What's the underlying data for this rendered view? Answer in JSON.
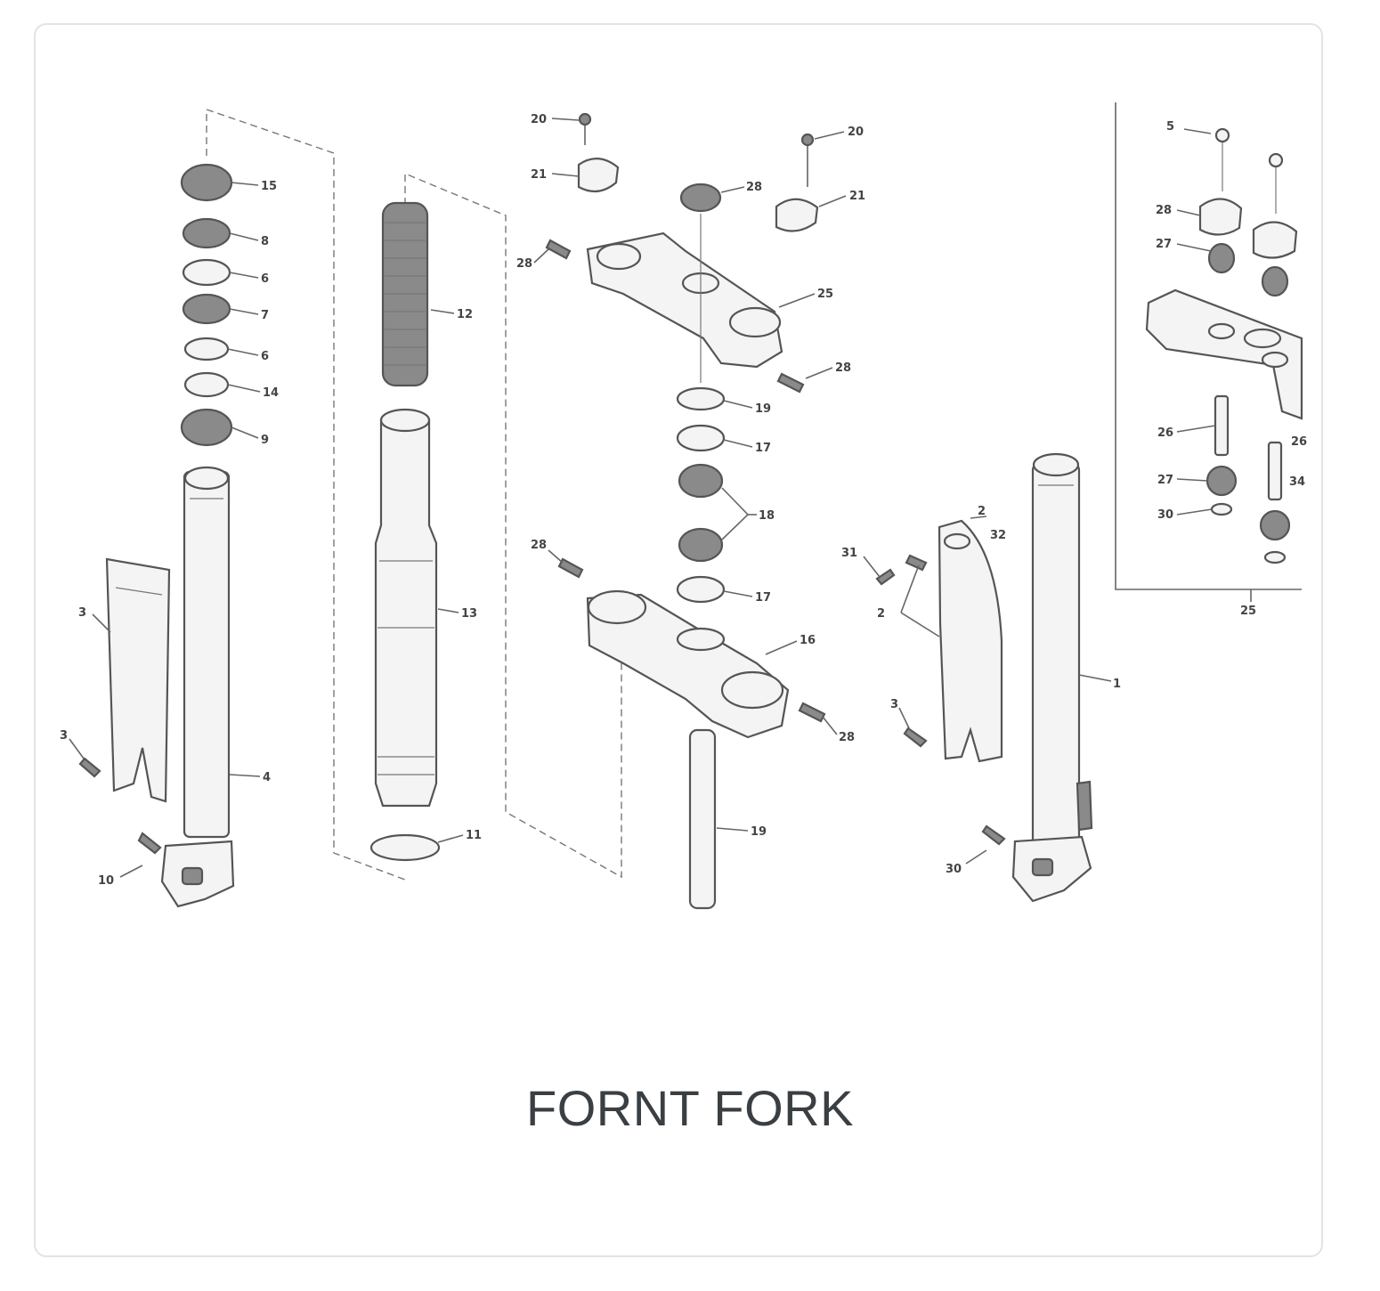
{
  "caption": "FORNT FORK",
  "callouts": {
    "c1": "15",
    "c2": "8",
    "c3": "6",
    "c4": "7",
    "c5": "6",
    "c6": "14",
    "c7": "9",
    "c8": "12",
    "c9": "13",
    "c10": "11",
    "c11": "4",
    "c12": "3",
    "c13": "10",
    "c14": "20",
    "c15": "21",
    "c16": "20",
    "c17": "28",
    "c18": "21",
    "c19": "25",
    "c20": "28",
    "c21": "28",
    "c22": "19",
    "c23": "17",
    "c24": "18",
    "c25": "17",
    "c26": "28",
    "c27": "16",
    "c28": "28",
    "c29": "19",
    "c30": "31",
    "c31": "2",
    "c32": "32",
    "c33": "3",
    "c34": "1",
    "c35": "30",
    "c36": "5",
    "c37": "28",
    "c38": "27",
    "c39": "26",
    "c40": "27",
    "c41": "30",
    "c42": "25",
    "c43": "26",
    "c44": "34",
    "c45": "3",
    "c46": "2"
  }
}
